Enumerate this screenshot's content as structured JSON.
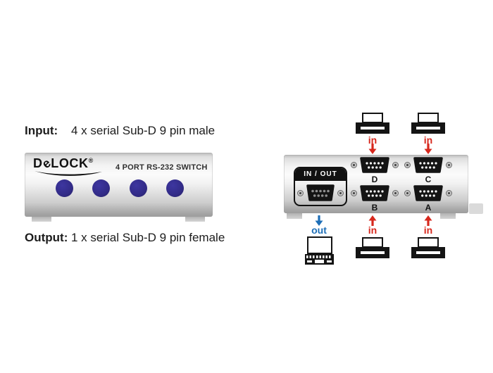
{
  "colors": {
    "red": "#d7281d",
    "blue": "#1d6eb7",
    "button": "#322b87"
  },
  "spec": {
    "input_label": "Input:",
    "input_value": "4 x serial Sub-D 9 pin male",
    "output_label": "Output:",
    "output_value": "1 x serial Sub-D 9 pin female"
  },
  "front_panel": {
    "brand_d": "D",
    "brand_e": "e",
    "brand_rest": "LOCK",
    "brand_reg": "®",
    "title": "4 PORT RS-232 SWITCH"
  },
  "rear_panel": {
    "in_out_label": "IN / OUT",
    "ports": [
      "D",
      "C",
      "B",
      "A"
    ]
  },
  "flow_labels": {
    "in": "in",
    "out": "out"
  }
}
